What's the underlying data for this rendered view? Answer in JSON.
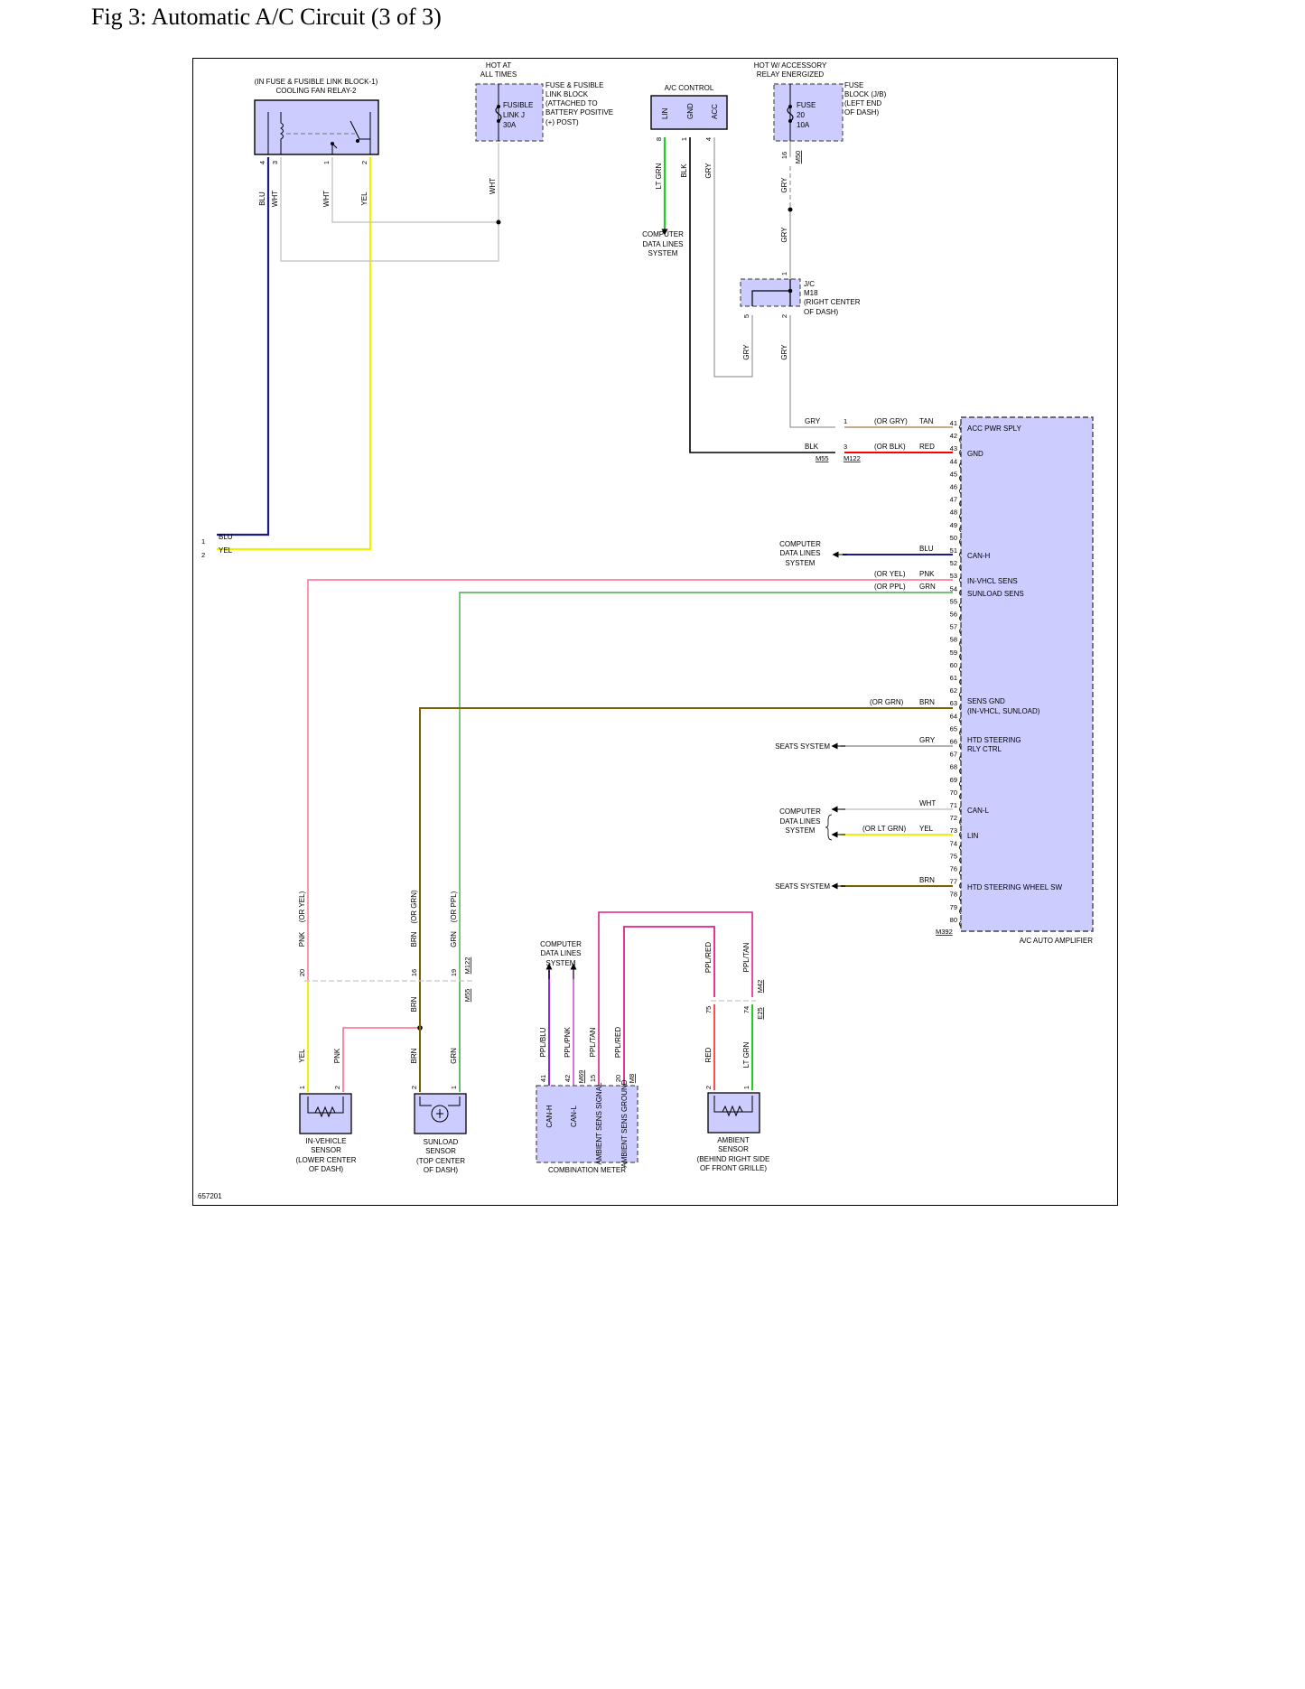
{
  "page": {
    "title": "Fig 3: Automatic A/C Circuit (3 of 3)",
    "diagram_id": "657201"
  },
  "colors": {
    "blue": "#1a1a8c",
    "yellow": "#f0f000",
    "white_wire": "#c8c8c8",
    "gray": "#9a9a9a",
    "lt_green": "#22cc22",
    "black": "#000000",
    "red": "#ff0000",
    "pink": "#ff6a8c",
    "green": "#4aaa4a",
    "brown": "#7a6200",
    "purple": "#8a2be2",
    "magenta": "#e0208a",
    "component_fill": "#ccccff"
  },
  "top": {
    "relay": {
      "line1": "(IN FUSE & FUSIBLE LINK BLOCK-1)",
      "line2": "COOLING FAN RELAY-2",
      "pins": [
        "4",
        "3",
        "1",
        "2"
      ],
      "wires": [
        "BLU",
        "WHT",
        "WHT",
        "YEL"
      ]
    },
    "fusible": {
      "hot1": "HOT AT",
      "hot2": "ALL TIMES",
      "f1": "FUSIBLE",
      "f2": "LINK J",
      "f3": "30A",
      "d1": "FUSE & FUSIBLE",
      "d2": "LINK BLOCK",
      "d3": "(ATTACHED TO",
      "d4": "BATTERY POSITIVE",
      "d5": "(+) POST)",
      "wire": "WHT"
    },
    "acctrl": {
      "title": "A/C CONTROL",
      "p1": "LIN",
      "p2": "GND",
      "p3": "ACC",
      "n1": "8",
      "n2": "1",
      "n3": "4",
      "w1": "LT GRN",
      "w2": "BLK",
      "w3": "GRY",
      "cd1": "COMPUTER",
      "cd2": "DATA LINES",
      "cd3": "SYSTEM"
    },
    "fuseblk": {
      "hot1": "HOT W/ ACCESSORY",
      "hot2": "RELAY ENERGIZED",
      "f1": "FUSE",
      "f2": "20",
      "f3": "10A",
      "d1": "FUSE",
      "d2": "BLOCK (J/B)",
      "d3": "(LEFT END",
      "d4": "OF DASH)",
      "pin": "16",
      "conn": "M50",
      "w1": "GRY",
      "w2": "GRY"
    },
    "jc": {
      "d1": "J/C",
      "d2": "M18",
      "d3": "(RIGHT CENTER",
      "d4": "OF DASH)",
      "p1": "1",
      "p2": "5",
      "p3": "2",
      "w1": "GRY",
      "w2": "GRY"
    }
  },
  "side": {
    "p1": "1",
    "p2": "2",
    "w1": "BLU",
    "w2": "YEL"
  },
  "amp": {
    "title": "A/C AUTO AMPLIFIER",
    "conn": "M392",
    "pin_numbers": [
      "41",
      "42",
      "43",
      "44",
      "45",
      "46",
      "47",
      "48",
      "49",
      "50",
      "51",
      "52",
      "53",
      "54",
      "55",
      "56",
      "57",
      "58",
      "59",
      "60",
      "61",
      "62",
      "63",
      "64",
      "65",
      "66",
      "67",
      "68",
      "69",
      "70",
      "71",
      "72",
      "73",
      "74",
      "75",
      "76",
      "77",
      "78",
      "79",
      "80"
    ],
    "labels": {
      "acc": "ACC PWR SPLY",
      "gnd": "GND",
      "canh": "CAN-H",
      "invhcl": "IN-VHCL SENS",
      "sunload": "SUNLOAD SENS",
      "sensgnd1": "SENS GND",
      "sensgnd2": "(IN-VHCL, SUNLOAD)",
      "htd1": "HTD STEERING",
      "htd2": "RLY CTRL",
      "canl": "CAN-L",
      "lin": "LIN",
      "htdsw": "HTD STEERING WHEEL SW"
    },
    "wires": {
      "acc_in": "GRY",
      "acc_alt": "(OR GRY)",
      "acc": "TAN",
      "acc_pin": "1",
      "gnd_in": "BLK",
      "gnd_alt": "(OR BLK)",
      "gnd": "RED",
      "gnd_pin": "3",
      "conn_a": "M55",
      "conn_b": "M122",
      "canh": "BLU",
      "invhcl_alt": "(OR YEL)",
      "invhcl": "PNK",
      "sunload_alt": "(OR PPL)",
      "sunload": "GRN",
      "sensgnd_alt": "(OR GRN)",
      "sensgnd": "BRN",
      "htd": "GRY",
      "canl": "WHT",
      "lin_alt": "(OR LT GRN)",
      "lin": "YEL",
      "htdsw": "BRN"
    },
    "ext": {
      "cd1": "COMPUTER",
      "cd2": "DATA LINES",
      "cd3": "SYSTEM",
      "seats": "SEATS SYSTEM"
    }
  },
  "bottom": {
    "invhcl_sensor": {
      "d1": "IN-VEHICLE",
      "d2": "SENSOR",
      "d3": "(LOWER CENTER",
      "d4": "OF DASH)",
      "p1": "1",
      "p2": "2",
      "w1": "YEL",
      "w2": "PNK",
      "upper_pin": "20",
      "upper_w": "PNK",
      "upper_alt": "(OR YEL)"
    },
    "sunload_sensor": {
      "d1": "SUNLOAD",
      "d2": "SENSOR",
      "d3": "(TOP CENTER",
      "d4": "OF DASH)",
      "p1": "2",
      "p2": "1",
      "w1": "BRN",
      "w2": "GRN",
      "upper_pin1": "16",
      "upper_w1": "BRN",
      "upper_alt1": "(OR GRN)",
      "upper_pin2": "19",
      "upper_w2": "GRN",
      "upper_alt2": "(OR PPL)",
      "mid_w": "BRN",
      "conn_a": "M122",
      "conn_b": "M55"
    },
    "meter": {
      "title": "COMBINATION METER",
      "cd1": "COMPUTER",
      "cd2": "DATA LINES",
      "cd3": "SYSTEM",
      "pins": [
        "41",
        "42",
        "15",
        "20"
      ],
      "conn": "M69",
      "conn2": "M8",
      "wires": [
        "PPL/BLU",
        "PPL/PNK",
        "PPL/TAN",
        "PPL/RED"
      ],
      "labels": [
        "CAN-H",
        "CAN-L",
        "AMBIENT SENS SIGNAL",
        "AMBIENT SENS GROUND"
      ]
    },
    "ambient": {
      "d1": "AMBIENT",
      "d2": "SENSOR",
      "d3": "(BEHIND RIGHT SIDE",
      "d4": "OF FRONT GRILLE)",
      "p1": "2",
      "p2": "1",
      "w1": "RED",
      "w2": "LT GRN",
      "upper_pin1": "75",
      "upper_pin2": "74",
      "upper_w1": "PPL/RED",
      "upper_w2": "PPL/TAN",
      "conn_a": "M42",
      "conn_b": "E25"
    }
  }
}
